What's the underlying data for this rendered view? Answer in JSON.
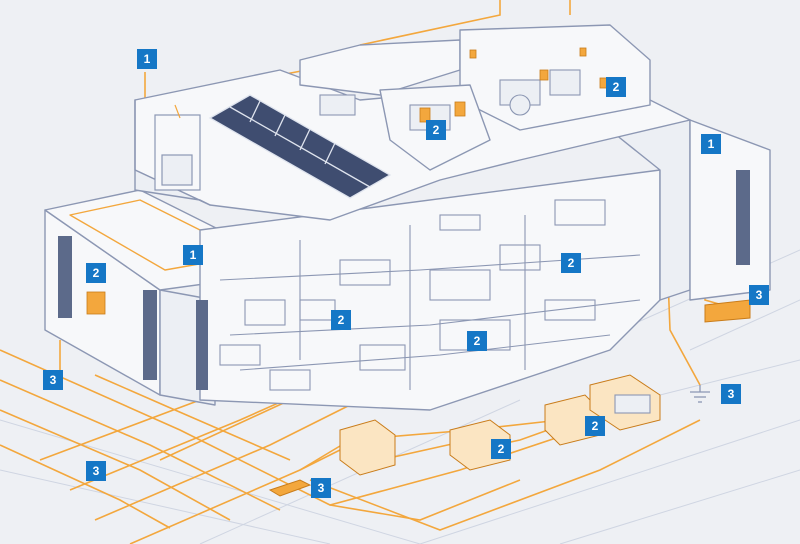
{
  "colors": {
    "background": "#eef0f4",
    "building_fill": "#f7f8fa",
    "outline": "#8c97b3",
    "accent_orange": "#f3a73d",
    "badge_blue": "#1577c6",
    "badge_text": "#ffffff"
  },
  "callouts": [
    {
      "id": "c1",
      "label": "1"
    },
    {
      "id": "c2",
      "label": "1"
    },
    {
      "id": "c3",
      "label": "1"
    },
    {
      "id": "c4",
      "label": "2"
    },
    {
      "id": "c5",
      "label": "2"
    },
    {
      "id": "c6",
      "label": "2"
    },
    {
      "id": "c7",
      "label": "2"
    },
    {
      "id": "c8",
      "label": "2"
    },
    {
      "id": "c9",
      "label": "2"
    },
    {
      "id": "c10",
      "label": "2"
    },
    {
      "id": "c11",
      "label": "2"
    },
    {
      "id": "c12",
      "label": "3"
    },
    {
      "id": "c13",
      "label": "3"
    },
    {
      "id": "c14",
      "label": "3"
    },
    {
      "id": "c15",
      "label": "3"
    },
    {
      "id": "c16",
      "label": "3"
    }
  ],
  "icons": [
    "solar-panel-array-icon",
    "ground-symbol-icon",
    "generator-icon",
    "transformer-icon",
    "electrical-panel-icon"
  ]
}
